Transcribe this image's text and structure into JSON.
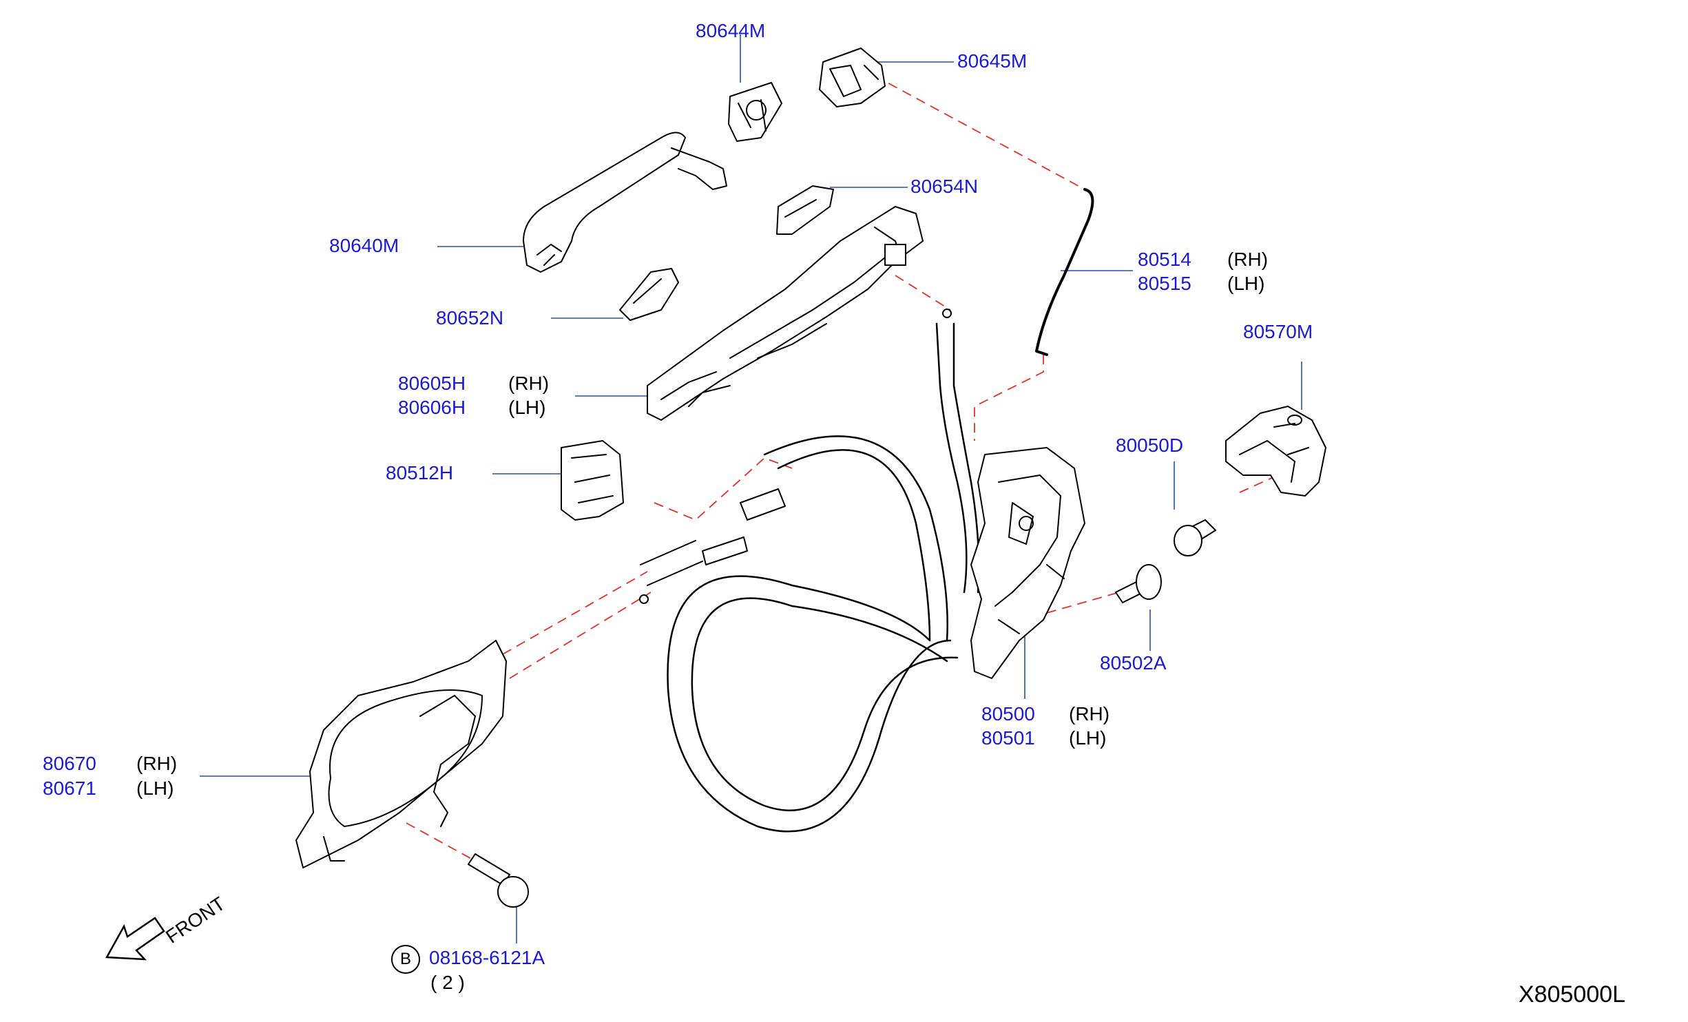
{
  "diagram_code": "X805000L",
  "front_label": "FRONT",
  "b_marker": "B",
  "parts": {
    "p80644M": "80644M",
    "p80645M": "80645M",
    "p80654N": "80654N",
    "p80640M": "80640M",
    "p80514": "80514",
    "p80515": "80515",
    "rh1": "(RH)",
    "lh1": "(LH)",
    "p80652N": "80652N",
    "p80570M": "80570M",
    "p80605H": "80605H",
    "p80606H": "80606H",
    "rh2": "(RH)",
    "lh2": "(LH)",
    "p80050D": "80050D",
    "p80512H": "80512H",
    "p80502A": "80502A",
    "p80500": "80500",
    "p80501": "80501",
    "rh3": "(RH)",
    "lh3": "(LH)",
    "p80670": "80670",
    "p80671": "80671",
    "rh4": "(RH)",
    "lh4": "(LH)",
    "p08168": "08168-6121A",
    "qty": "( 2 )"
  }
}
